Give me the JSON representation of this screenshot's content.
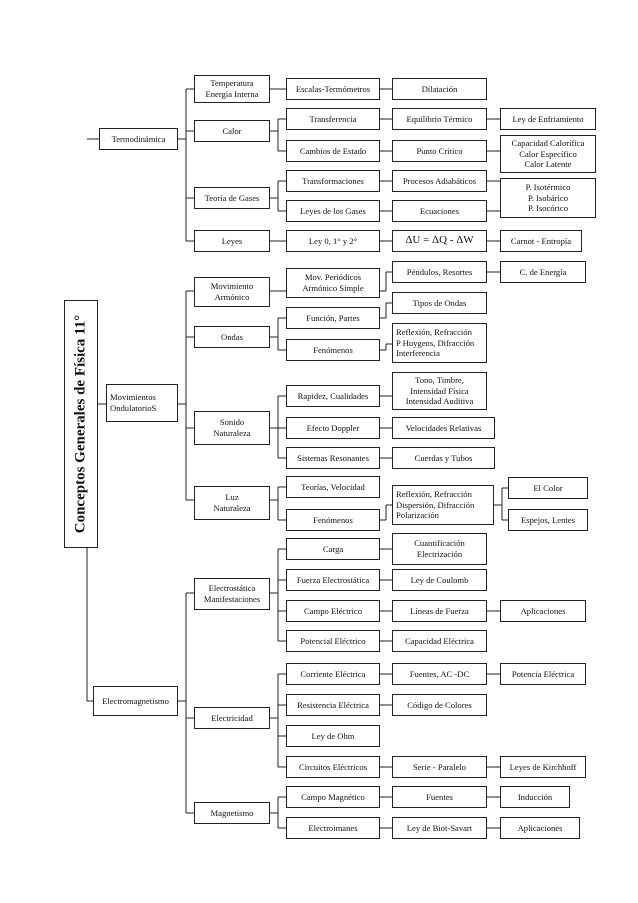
{
  "root": "Conceptos Generales de Física 11°",
  "branches": {
    "termo": "Termodinámica",
    "movs": "Movimientos\nOndulatorioS",
    "electro": "Electromagnetismo"
  },
  "termo": {
    "temp": "Temperatura\nEnergía Interna",
    "escalas": "Escalas-Termómetros",
    "dilatacion": "Dilatación",
    "calor": "Calor",
    "transferencia": "Transferencia",
    "equilibrio": "Equilibrio Térmico",
    "enfriamiento": "Ley de Enfriamiento",
    "cambios": "Cambios de Estado",
    "punto": "Punto Crítico",
    "capacidad": "Capacidad Calorífica\nCalor Específico\nCalor Latente",
    "gases": "Teoría de Gases",
    "transformaciones": "Transformaciones",
    "adiabaticos": "Procesos Adiabáticos",
    "isos": "P. Isotérmico\nP. Isobárico\nP. Isocórico",
    "leyesgases": "Leyes de los Gases",
    "ecuaciones": "Ecuaciones",
    "leyes": "Leyes",
    "ley0": "Ley 0, 1° y 2°",
    "formula": "ΔU = ΔQ - ΔW",
    "carnot": "Carnot - Entropía"
  },
  "ondas": {
    "mas": "Movimiento\nArmónico",
    "movper": "Mov. Periódicos\nArmónico Simple",
    "pendulos": "Péndulos, Resortes",
    "cenergia": "C. de Energía",
    "ondas": "Ondas",
    "tipos": "Tipos de Ondas",
    "funcion": "Función, Partes",
    "fenomenos1": "Fenómenos",
    "refl1": "Reflexión, Refracción\nP Huygens, Difracción\nInterferencia",
    "sonido": "Sonido\nNaturaleza",
    "rapidez": "Rapidez, Cualidades",
    "tono": "Tono, Timbre,\nIntensidad Física\nIntensidad Auditiva",
    "doppler": "Efecto Doppler",
    "velrel": "Velocidades Relativas",
    "resonantes": "Sistemas Resonantes",
    "cuerdas": "Cuerdas y Tubos",
    "luz": "Luz\nNaturaleza",
    "teorias": "Teorías, Velocidad",
    "fenomenos2": "Fenómenos",
    "refl2": "Reflexión, Refracción\nDispersión, Difracción\nPolarización",
    "color": "El Color",
    "espejos": "Espejos, Lentes"
  },
  "electro": {
    "estatica": "Electrostática\nManifestaciones",
    "carga": "Carga",
    "cuantificacion": "Cuantificación\nElectrización",
    "fuerza": "Fuerza Electrostática",
    "coulomb": "Ley de Coulomb",
    "campo": "Campo Eléctrico",
    "lineas": "Líneas de Fuerza",
    "aplic1": "Aplicaciones",
    "potencial": "Potencial Eléctrico",
    "capacidadel": "Capacidad Eléctrica",
    "electricidad": "Electricidad",
    "corriente": "Corriente Eléctrica",
    "fuentes": "Fuentes, AC -DC",
    "potencia": "Potencia Eléctrica",
    "resistencia": "Resistencia Eléctrica",
    "codigo": "Código de Colores",
    "ohm": "Ley de Ohm",
    "circuitos": "Circuitos Eléctricos",
    "serie": "Serie - Paralelo",
    "kirchhoff": "Leyes de Kirchhoff",
    "magnetismo": "Magnetismo",
    "campomag": "Campo Magnético",
    "fuentes2": "Fuentes",
    "induccion": "Inducción",
    "electroimanes": "Electroimanes",
    "biot": "Ley de Biot-Savart",
    "aplic2": "Aplicaciones"
  }
}
